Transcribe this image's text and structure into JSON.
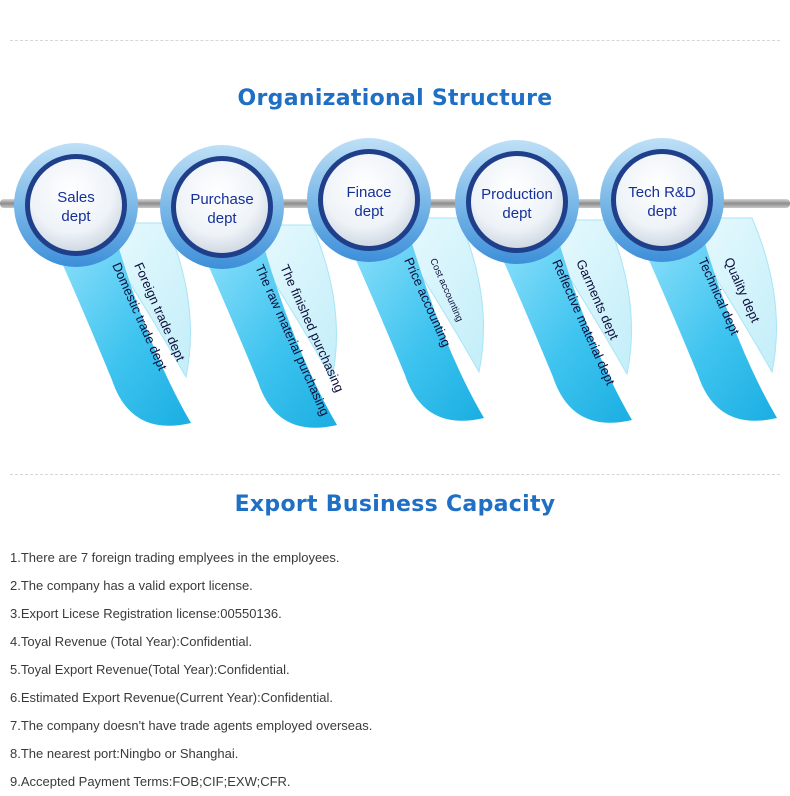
{
  "org_section": {
    "title": "Organizational Structure"
  },
  "departments": [
    {
      "line1": "Sales",
      "line2": "dept",
      "tail_lines": [
        "Foreign trade dept",
        "Domestic trade dept"
      ]
    },
    {
      "line1": "Purchase",
      "line2": "dept",
      "tail_lines": [
        "The finished purchasing",
        "The raw material purchasing"
      ]
    },
    {
      "line1": "Finace",
      "line2": "dept",
      "tail_lines": [
        "Cost accounting",
        "Price accounting"
      ]
    },
    {
      "line1": "Production",
      "line2": "dept",
      "tail_lines": [
        "Garments dept",
        "Reflective material dept"
      ]
    },
    {
      "line1": "Tech R&D",
      "line2": "dept",
      "tail_lines": [
        "Quality dept",
        "Technical dept"
      ]
    }
  ],
  "export_section": {
    "title": "Export Business Capacity",
    "items": [
      "1.There are 7 foreign trading emplyees in the employees.",
      "2.The company has a valid export license.",
      "3.Export Licese Registration license:00550136.",
      "4.Toyal Revenue (Total Year):Confidential.",
      "5.Toyal Export Revenue(Total Year):Confidential.",
      "6.Estimated Export Revenue(Current Year):Confidential.",
      "7.The company doesn't have trade agents employed overseas.",
      "8.The nearest port:Ningbo or Shanghai.",
      "9.Accepted Payment Terms:FOB;CIF;EXW;CFR."
    ]
  },
  "colors": {
    "title_blue": "#1f6fc5",
    "rail_gray": "#9a9a9a",
    "tail_cyan": "#3fc4ef",
    "tail_pale": "#ccf1fb",
    "ring_blue": "#2f7fd6"
  }
}
